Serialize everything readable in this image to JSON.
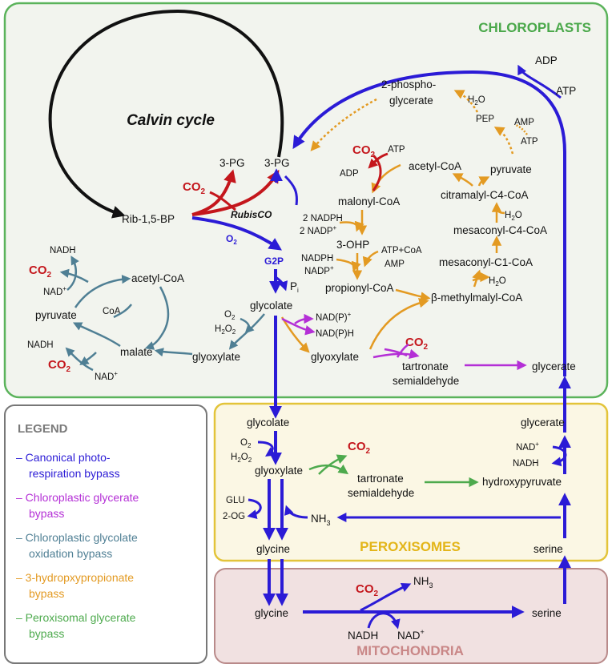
{
  "compartments": {
    "chloroplasts": "CHLOROPLASTS",
    "peroxisomes": "PEROXISOMES",
    "mitochondria": "MITOCHONDRIA"
  },
  "colors": {
    "canonical": "#2b1bd6",
    "chloroplastic_glycerate": "#b42fd6",
    "glycolate_oxidation": "#4f7f94",
    "hydroxypropionate": "#e39a22",
    "peroxisomal_glycerate": "#4daa4d",
    "co2": "#c4161c",
    "rubisco": "#c4161c"
  },
  "legend": {
    "title": "LEGEND",
    "items": [
      {
        "lines": [
          "Canonical photo-",
          "respiration bypass"
        ],
        "color": "#2b1bd6"
      },
      {
        "lines": [
          "Chloroplastic glycerate",
          "bypass"
        ],
        "color": "#b42fd6"
      },
      {
        "lines": [
          "Chloroplastic glycolate",
          "oxidation bypass"
        ],
        "color": "#4f7f94"
      },
      {
        "lines": [
          "3-hydropxypropionate",
          "bypass"
        ],
        "color": "#e39a22"
      },
      {
        "lines": [
          "Peroxisomal glycerate",
          "bypass"
        ],
        "color": "#4daa4d"
      }
    ]
  },
  "calvin": {
    "title": "Calvin cycle",
    "rib": "Rib-1,5-BP",
    "pg1": "3-PG",
    "pg2": "3-PG",
    "co2": "CO",
    "rubisco": "RubisCO",
    "o2": "O",
    "g2p": "G2P",
    "pi": "P"
  },
  "glyc_ox": {
    "nadh1": "NADH",
    "co2_1": "CO",
    "nad1": "NAD",
    "acetyl": "acetyl-CoA",
    "pyruvate": "pyruvate",
    "coa": "CoA",
    "nadh2": "NADH",
    "malate": "malate",
    "co2_2": "CO",
    "nad2": "NAD",
    "glyoxylate": "glyoxylate",
    "o2": "O",
    "h2o2": "H",
    "glycolate": "glycolate"
  },
  "hp": {
    "phospho1": "2-phospho-",
    "phospho2": "glycerate",
    "h2o_top": "H",
    "adp_top": "ADP",
    "atp_top": "ATP",
    "pep": "PEP",
    "amp": "AMP",
    "atp2": "ATP",
    "co2": "CO",
    "atp3": "ATP",
    "adp": "ADP",
    "acetyl": "acetyl-CoA",
    "pyruvate": "pyruvate",
    "malonyl": "malonyl-CoA",
    "citramalyl": "citramalyl-C4-CoA",
    "nadph2": "2 NADPH",
    "nadp2": "2 NADP",
    "h2o_mid": "H",
    "mesac4": "mesaconyl-C4-CoA",
    "ohp": "3-OHP",
    "atpcoa": "ATP+CoA",
    "nadph": "NADPH",
    "amp2": "AMP",
    "nadp": "NADP",
    "mesac1": "mesaconyl-C1-CoA",
    "h2o_low": "H",
    "propionyl": "propionyl-CoA",
    "methylmalyl": "β-methylmalyl-CoA",
    "nadp_p": "NAD(P)",
    "nadph_p": "NAD(P)H",
    "glyoxylate": "glyoxylate",
    "co2_b": "CO",
    "tartronate1": "tartronate",
    "tartronate2": "semialdehyde",
    "glycerate": "glycerate"
  },
  "perox": {
    "glycolate": "glycolate",
    "o2": "O",
    "h2o2": "H",
    "glyoxylate": "glyoxylate",
    "co2": "CO",
    "tartronate1": "tartronate",
    "tartronate2": "semialdehyde",
    "hydroxypyruvate": "hydroxypyruvate",
    "glycerate": "glycerate",
    "nad": "NAD",
    "nadh": "NADH",
    "glu": "GLU",
    "og": "2-OG",
    "nh3": "NH",
    "glycine": "glycine",
    "serine": "serine"
  },
  "mito": {
    "glycine": "glycine",
    "co2": "CO",
    "nh3": "NH",
    "nadh": "NADH",
    "nad": "NAD",
    "serine": "serine"
  }
}
